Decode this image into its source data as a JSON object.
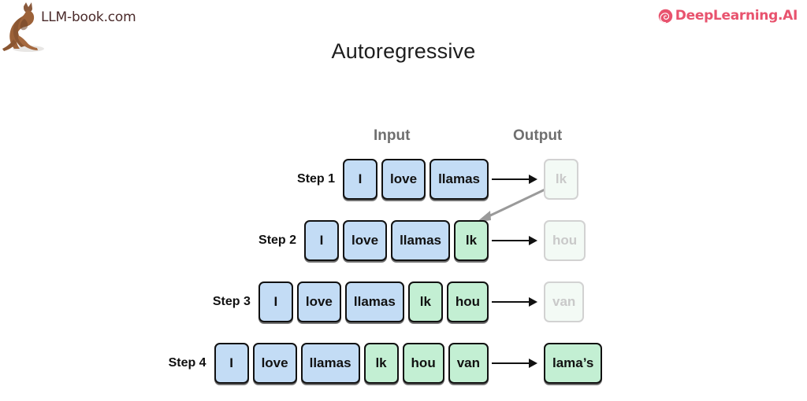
{
  "header": {
    "left_brand": "LLM-book.com",
    "left_brand_icon": "kangaroo-icon",
    "right_brand": "DeepLearning.AI",
    "right_brand_icon": "deeplearning-spiral-icon",
    "right_brand_color": "#e8536e"
  },
  "title": "Autoregressive",
  "columns": {
    "input": "Input",
    "output": "Output"
  },
  "colors": {
    "token_blue": "#c3dcf5",
    "token_green": "#c3efd3",
    "token_border": "#111111",
    "ghost_fill": "#f3faf5",
    "ghost_border": "#d2d2d2",
    "ghost_text": "#c9c9c9",
    "arrow": "#111111",
    "feedback_arrow": "#9a9a9a",
    "heading_gray": "#6f6f6f"
  },
  "diagram": {
    "type": "autoregressive-generation-steps",
    "feedback_arrow_label": "output-token-fed-back-to-input",
    "steps": [
      {
        "label": "Step 1",
        "input_tokens": [
          {
            "text": "I",
            "kind": "blue"
          },
          {
            "text": "love",
            "kind": "blue"
          },
          {
            "text": "llamas",
            "kind": "blue"
          }
        ],
        "output": {
          "text": "lk",
          "kind": "ghost"
        }
      },
      {
        "label": "Step 2",
        "input_tokens": [
          {
            "text": "I",
            "kind": "blue"
          },
          {
            "text": "love",
            "kind": "blue"
          },
          {
            "text": "llamas",
            "kind": "blue"
          },
          {
            "text": "lk",
            "kind": "green"
          }
        ],
        "output": {
          "text": "hou",
          "kind": "ghost"
        }
      },
      {
        "label": "Step 3",
        "input_tokens": [
          {
            "text": "I",
            "kind": "blue"
          },
          {
            "text": "love",
            "kind": "blue"
          },
          {
            "text": "llamas",
            "kind": "blue"
          },
          {
            "text": "lk",
            "kind": "green"
          },
          {
            "text": "hou",
            "kind": "green"
          }
        ],
        "output": {
          "text": "van",
          "kind": "ghost"
        }
      },
      {
        "label": "Step 4",
        "input_tokens": [
          {
            "text": "I",
            "kind": "blue"
          },
          {
            "text": "love",
            "kind": "blue"
          },
          {
            "text": "llamas",
            "kind": "blue"
          },
          {
            "text": "lk",
            "kind": "green"
          },
          {
            "text": "hou",
            "kind": "green"
          },
          {
            "text": "van",
            "kind": "green"
          }
        ],
        "output": {
          "text": "lama’s",
          "kind": "green"
        }
      }
    ]
  }
}
